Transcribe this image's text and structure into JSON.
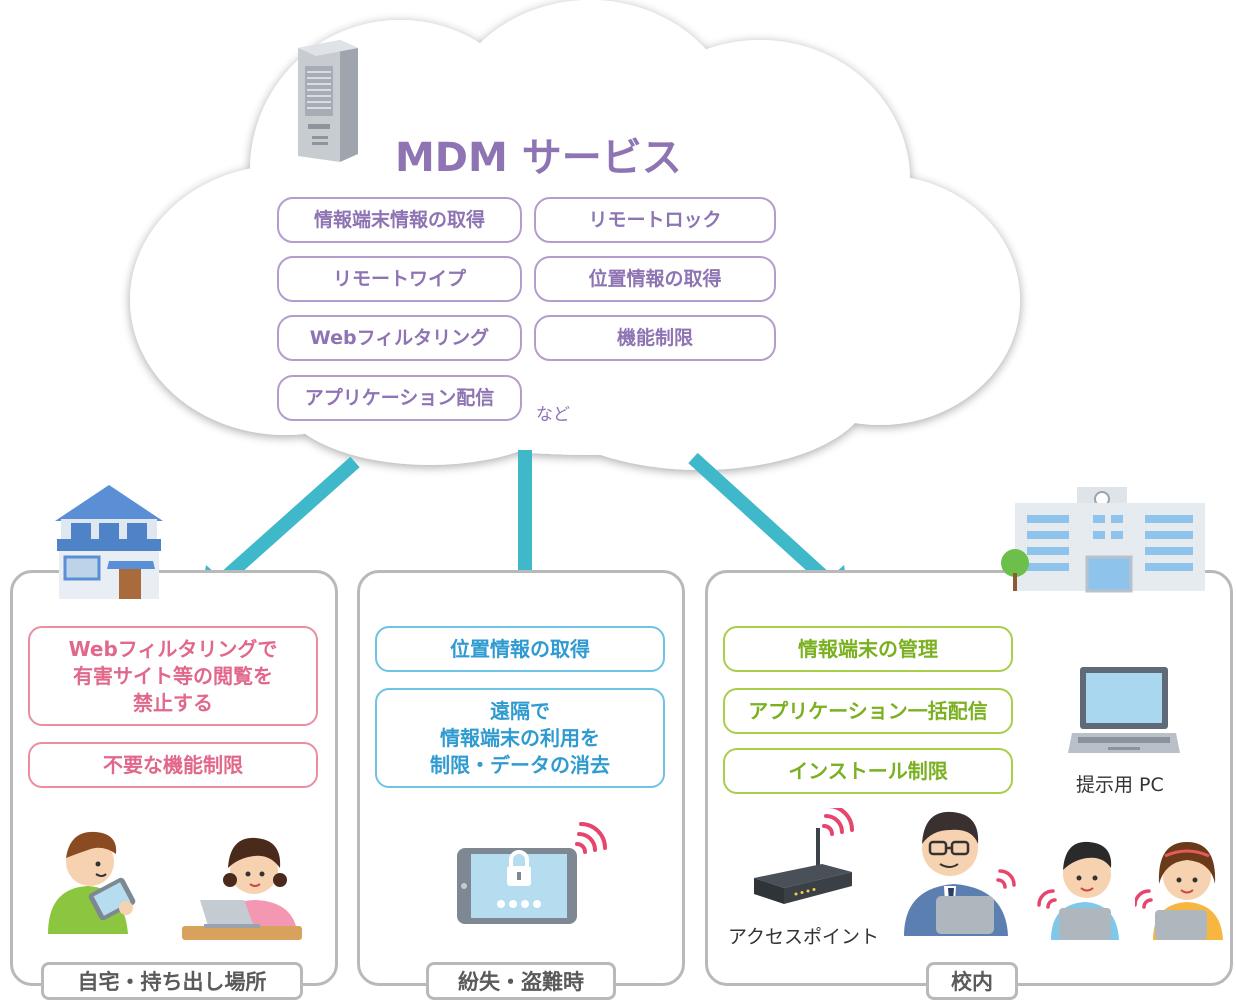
{
  "cloud": {
    "title": "MDM サービス",
    "services": [
      "情報端末情報の取得",
      "リモートロック",
      "リモートワイプ",
      "位置情報の取得",
      "Webフィルタリング",
      "機能制限",
      "アプリケーション配信"
    ],
    "etc": "など"
  },
  "sections": {
    "home": {
      "label": "自宅・持ち出し場所",
      "items": [
        "Webフィルタリングで\n有害サイト等の閲覧を\n禁止する",
        "不要な機能制限"
      ]
    },
    "lost": {
      "label": "紛失・盗難時",
      "items": [
        "位置情報の取得",
        "遠隔で\n情報端末の利用を\n制限・データの消去"
      ]
    },
    "school": {
      "label": "校内",
      "items": [
        "情報端末の管理",
        "アプリケーション一括配信",
        "インストール制限"
      ],
      "pc_caption": "提示用 PC",
      "ap_caption": "アクセスポイント"
    }
  },
  "colors": {
    "cloud_text": "#8e74b3",
    "home": "#e1688a",
    "lost": "#2f9bd0",
    "school": "#7bb021",
    "arrow": "#3fb8c9",
    "panel_border": "#b9b9b9"
  }
}
